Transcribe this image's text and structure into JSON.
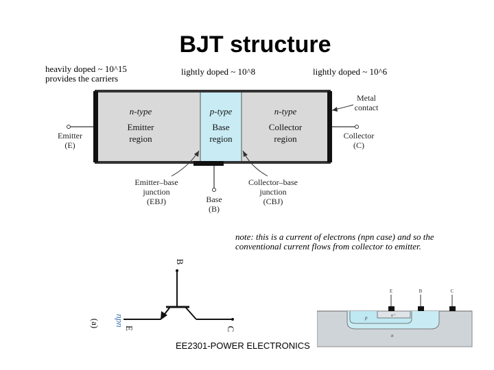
{
  "title": "BJT structure",
  "annotations": {
    "emitter_doping_line1": "heavily doped ~ 10^15",
    "emitter_doping_line2": "provides the carriers",
    "base_doping": "lightly doped ~ 10^8",
    "collector_doping": "lightly doped ~ 10^6",
    "note_line1": "note: this is a current of electrons (npn case) and so the",
    "note_line2": "conventional current flows from collector to emitter."
  },
  "structure": {
    "emitter": {
      "type": "n-type",
      "name_line1": "Emitter",
      "name_line2": "region"
    },
    "base": {
      "type": "p-type",
      "name_line1": "Base",
      "name_line2": "region"
    },
    "collector": {
      "type": "n-type",
      "name_line1": "Collector",
      "name_line2": "region"
    },
    "metal_contact_line1": "Metal",
    "metal_contact_line2": "contact",
    "emitter_terminal_line1": "Emitter",
    "emitter_terminal_line2": "(E)",
    "collector_terminal_line1": "Collector",
    "collector_terminal_line2": "(C)",
    "base_terminal_line1": "Base",
    "base_terminal_line2": "(B)",
    "ebj_line1": "Emitter–base",
    "ebj_line2": "junction",
    "ebj_line3": "(EBJ)",
    "cbj_line1": "Collector–base",
    "cbj_line2": "junction",
    "cbj_line3": "(CBJ)"
  },
  "symbol": {
    "panel_label": "(a)",
    "type_label": "npn",
    "base": "B",
    "emitter": "E",
    "collector": "C"
  },
  "cross_section": {
    "e": "E",
    "b": "B",
    "c": "C",
    "p": "p",
    "n_plus": "n⁺",
    "n": "n"
  },
  "colors": {
    "base_region": "#c9ecf4",
    "emitter_collector": "#d9d9d9",
    "border": "#333333",
    "symbol_label": "#3a6fb0"
  },
  "footer": "EE2301-POWER ELECTRONICS"
}
